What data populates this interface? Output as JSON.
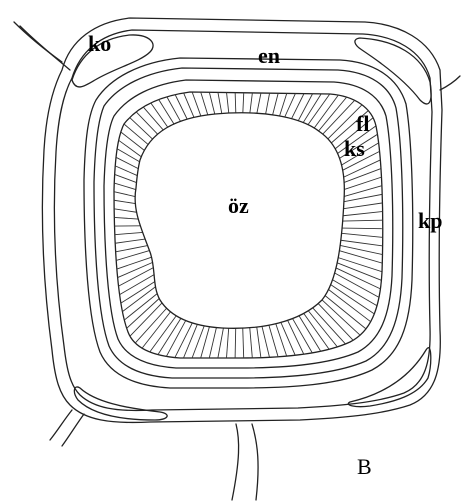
{
  "figure": {
    "panel_label": "B",
    "labels": {
      "ko": "ko",
      "en": "en",
      "fl": "fl",
      "ks": "ks",
      "oz": "öz",
      "kp": "kp"
    }
  }
}
